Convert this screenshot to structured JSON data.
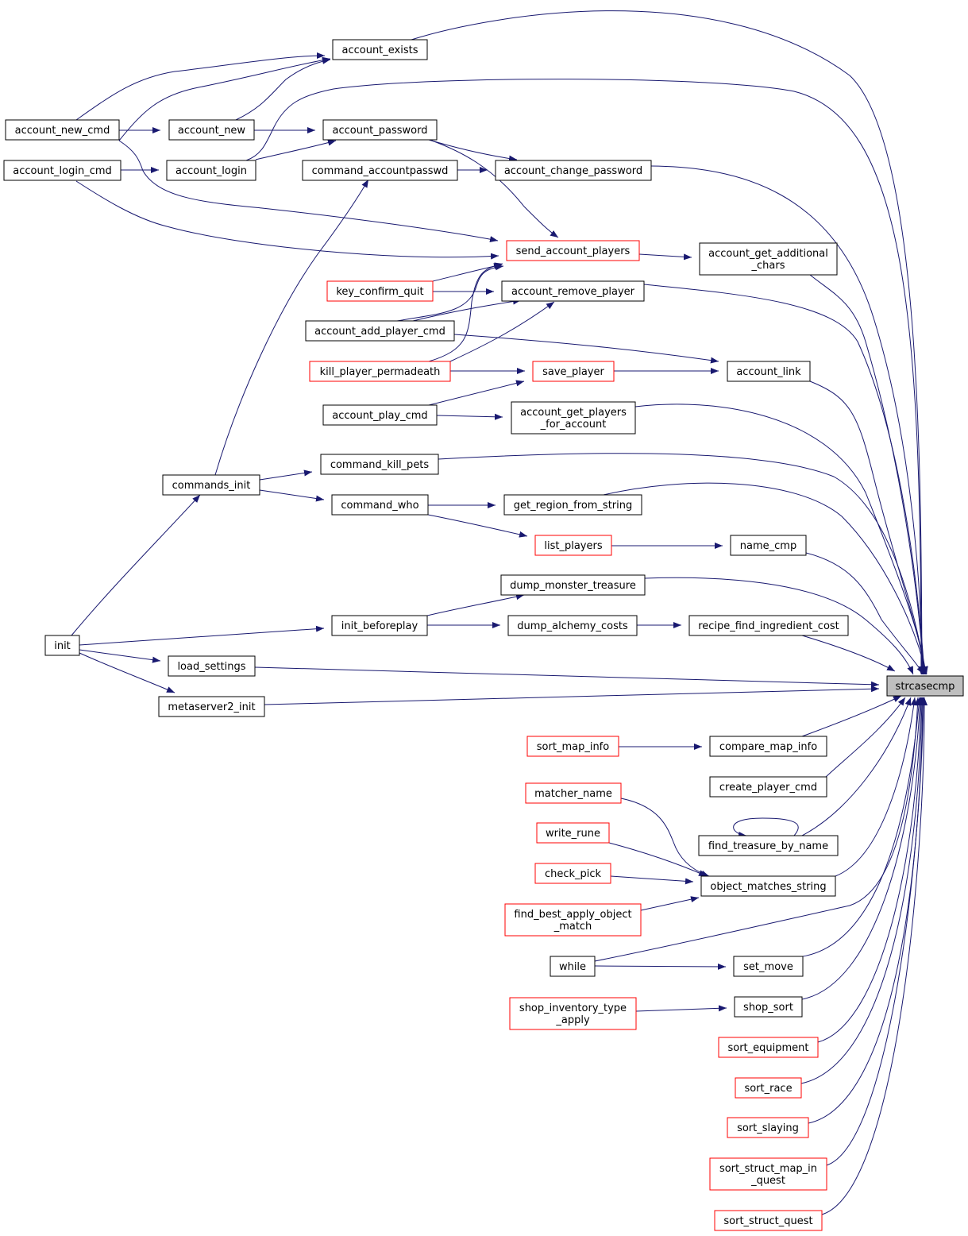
{
  "colors": {
    "edge": "#191970",
    "node_border": "#000000",
    "linked_border": "#ff0000",
    "focus_fill": "#bfbfbf"
  },
  "nodes": {
    "account_exists": [
      "account_exists"
    ],
    "account_new_cmd": [
      "account_new_cmd"
    ],
    "account_new": [
      "account_new"
    ],
    "account_password": [
      "account_password"
    ],
    "account_login_cmd": [
      "account_login_cmd"
    ],
    "account_login": [
      "account_login"
    ],
    "command_accountpasswd": [
      "command_accountpasswd"
    ],
    "account_change_password": [
      "account_change_password"
    ],
    "send_account_players": [
      "send_account_players"
    ],
    "account_get_additional_chars": [
      "account_get_additional",
      "_chars"
    ],
    "key_confirm_quit": [
      "key_confirm_quit"
    ],
    "account_remove_player": [
      "account_remove_player"
    ],
    "account_add_player_cmd": [
      "account_add_player_cmd"
    ],
    "kill_player_permadeath": [
      "kill_player_permadeath"
    ],
    "save_player": [
      "save_player"
    ],
    "account_link": [
      "account_link"
    ],
    "account_play_cmd": [
      "account_play_cmd"
    ],
    "account_get_players_for_account": [
      "account_get_players",
      "_for_account"
    ],
    "commands_init": [
      "commands_init"
    ],
    "command_kill_pets": [
      "command_kill_pets"
    ],
    "command_who": [
      "command_who"
    ],
    "get_region_from_string": [
      "get_region_from_string"
    ],
    "list_players": [
      "list_players"
    ],
    "name_cmp": [
      "name_cmp"
    ],
    "dump_monster_treasure": [
      "dump_monster_treasure"
    ],
    "init_beforeplay": [
      "init_beforeplay"
    ],
    "dump_alchemy_costs": [
      "dump_alchemy_costs"
    ],
    "recipe_find_ingredient_cost": [
      "recipe_find_ingredient_cost"
    ],
    "init": [
      "init"
    ],
    "load_settings": [
      "load_settings"
    ],
    "metaserver2_init": [
      "metaserver2_init"
    ],
    "strcasecmp": [
      "strcasecmp"
    ],
    "sort_map_info": [
      "sort_map_info"
    ],
    "compare_map_info": [
      "compare_map_info"
    ],
    "create_player_cmd": [
      "create_player_cmd"
    ],
    "matcher_name": [
      "matcher_name"
    ],
    "find_treasure_by_name": [
      "find_treasure_by_name"
    ],
    "write_rune": [
      "write_rune"
    ],
    "check_pick": [
      "check_pick"
    ],
    "object_matches_string": [
      "object_matches_string"
    ],
    "find_best_apply_object_match": [
      "find_best_apply_object",
      "_match"
    ],
    "while": [
      "while"
    ],
    "set_move": [
      "set_move"
    ],
    "shop_inventory_type_apply": [
      "shop_inventory_type",
      "_apply"
    ],
    "shop_sort": [
      "shop_sort"
    ],
    "sort_equipment": [
      "sort_equipment"
    ],
    "sort_race": [
      "sort_race"
    ],
    "sort_slaying": [
      "sort_slaying"
    ],
    "sort_struct_map_in_quest": [
      "sort_struct_map_in",
      "_quest"
    ],
    "sort_struct_quest": [
      "sort_struct_quest"
    ]
  }
}
